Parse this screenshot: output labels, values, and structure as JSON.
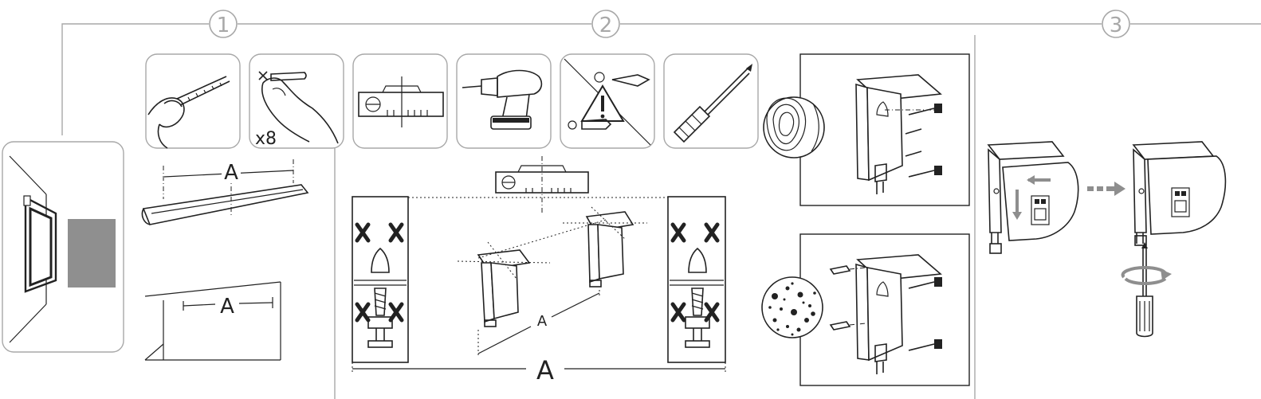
{
  "steps": [
    {
      "number": "1"
    },
    {
      "number": "2"
    },
    {
      "number": "3"
    }
  ],
  "labels": {
    "anchor_count": "x8",
    "distance": "A"
  },
  "icons": [
    "measuring-tape-icon",
    "wall-plug-icon",
    "spirit-level-icon",
    "cordless-drill-icon",
    "wall-type-warning-icon",
    "screwdriver-icon"
  ],
  "colors": {
    "frame_grey": "#a8a8a8",
    "line_dark": "#222222",
    "arrow_grey": "#8e8e8e",
    "screen_grey": "#8f8f8f"
  }
}
